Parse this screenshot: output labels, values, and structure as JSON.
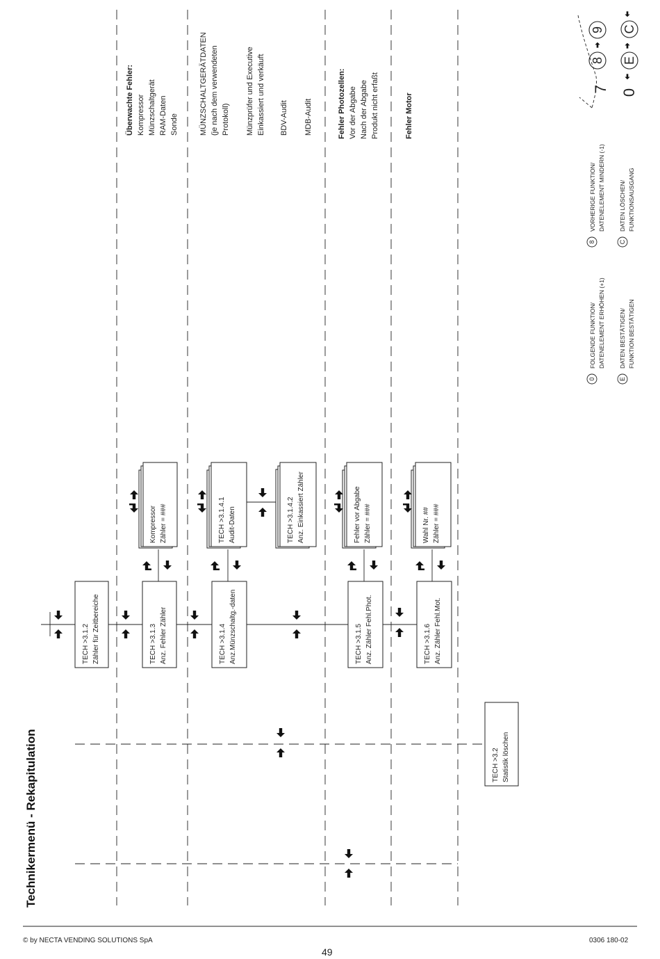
{
  "title": "Technikermenü - Rekapitulation",
  "boxes": {
    "t312": [
      "TECH >3.1.2",
      "Zähler für Zeitbereiche"
    ],
    "t313": [
      "TECH >3.1.3",
      "Anz. Fehler Zähler"
    ],
    "t314": [
      "TECH >3.1.4",
      "Anz.Münzschaltg.-daten"
    ],
    "t315": [
      "TECH >3.1.5",
      "Anz. Zähler Fehl.Phot."
    ],
    "t316": [
      "TECH >3.1.6",
      "Anz. Zähler Fehl.Mot."
    ],
    "t32": [
      "TECH >3.2",
      "Statistik löschen"
    ],
    "kompressor": [
      "Kompressor",
      "Zähler =     ###"
    ],
    "audit": [
      "TECH >3.1.4.1",
      "Audit-Daten"
    ],
    "einkassiert": [
      "TECH >3.1.4.2",
      "Anz. Einkassiert Zähler"
    ],
    "photo": [
      "Fehler vor Abgabe",
      "Zähler = ###"
    ],
    "wahl": [
      "Wahl Nr.  ##",
      "Zähler = ###"
    ]
  },
  "notes": {
    "ueberwacht": {
      "heading": "Überwachte Fehler:",
      "lines": [
        "Kompressor",
        "Münzschaltgerät",
        "RAM-Daten",
        "Sonde"
      ]
    },
    "muenz": {
      "lines": [
        "MÜNZSCHALTGERÄTDATEN",
        "(je nach dem verwendeten",
        "Protokoll)"
      ],
      "sub": [
        "Münzprüfer und Executive",
        "Einkassiert und verkäuft"
      ],
      "bdv": "BDV-Audit",
      "mdb": "MDB-Audit"
    },
    "photo": {
      "heading": "Fehler Photozellen:",
      "lines": [
        "Vor der Abgabe",
        "Nach der Abgabe",
        "Produkt nicht erfaßt"
      ]
    },
    "motor": {
      "heading": "Fehler Motor"
    }
  },
  "legend": {
    "folgende": [
      "FOLGENDE FUNKTION/",
      "DATENELEMENT ERHÖHEN (+1)"
    ],
    "vorherige": [
      "VORHERIGE FUNKTION/",
      "DATENELEMENT MINDERN (-1)"
    ],
    "bestaetigen": [
      "DATEN BESTÄTIGEN/",
      "FUNKTION BESTÄTIGEN"
    ],
    "loeschen": [
      "DATEN LÖSCHEN/",
      "FUNKTIONSAUSGANG"
    ],
    "keys": {
      "k0": "0",
      "k8": "8",
      "kE": "E",
      "kC": "C",
      "k7": "7",
      "k9": "9"
    }
  },
  "footer": {
    "copyright": "© by NECTA VENDING SOLUTIONS SpA",
    "page": "49",
    "code": "0306 180-02"
  }
}
